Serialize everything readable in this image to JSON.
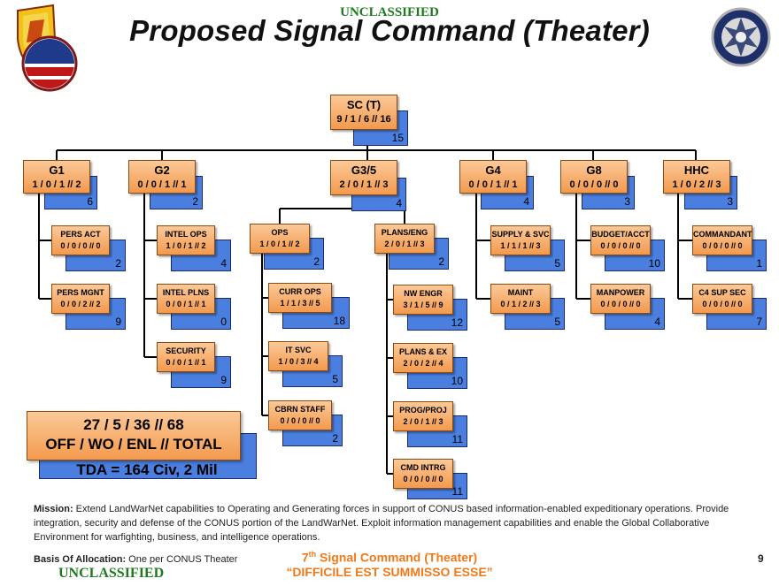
{
  "header": {
    "classification": "UNCLASSIFIED",
    "title": "Proposed Signal Command (Theater)"
  },
  "org_chart": {
    "root": {
      "name": "SC (T)",
      "grades": "9 / 1 / 6 // 16",
      "count": "15"
    },
    "sections": [
      {
        "name": "G1",
        "grades": "1 / 0 / 1 // 2",
        "count": "6",
        "children": [
          {
            "name": "PERS ACT",
            "grades": "0 / 0 / 0 // 0",
            "count": "2"
          },
          {
            "name": "PERS MGNT",
            "grades": "0 / 0 / 2 // 2",
            "count": "9"
          }
        ]
      },
      {
        "name": "G2",
        "grades": "0 / 0 / 1 // 1",
        "count": "2",
        "children": [
          {
            "name": "INTEL OPS",
            "grades": "1 / 0 / 1 // 2",
            "count": "4"
          },
          {
            "name": "INTEL PLNS",
            "grades": "0 / 0 / 1 // 1",
            "count": "0"
          },
          {
            "name": "SECURITY",
            "grades": "0 / 0 / 1 // 1",
            "count": "9"
          }
        ]
      },
      {
        "name": "G3/5",
        "grades": "2 / 0 / 1 // 3",
        "count": "4",
        "groups": [
          {
            "name": "OPS",
            "grades": "1 / 0 / 1 // 2",
            "count": "2",
            "children": [
              {
                "name": "CURR OPS",
                "grades": "1 / 1 / 3 // 5",
                "count": "18"
              },
              {
                "name": "IT SVC",
                "grades": "1 / 0 / 3 // 4",
                "count": "5"
              },
              {
                "name": "CBRN STAFF",
                "grades": "0 / 0 / 0 // 0",
                "count": "2"
              }
            ]
          },
          {
            "name": "PLANS/ENG",
            "grades": "2 / 0 / 1 // 3",
            "count": "2",
            "children": [
              {
                "name": "NW ENGR",
                "grades": "3 / 1 / 5 // 9",
                "count": "12"
              },
              {
                "name": "PLANS & EX",
                "grades": "2 / 0 / 2 // 4",
                "count": "10"
              },
              {
                "name": "PROG/PROJ",
                "grades": "2 / 0 / 1 // 3",
                "count": "11"
              },
              {
                "name": "CMD INTRG",
                "grades": "0 / 0 / 0 // 0",
                "count": "11"
              }
            ]
          }
        ]
      },
      {
        "name": "G4",
        "grades": "0 / 0 / 1 // 1",
        "count": "4",
        "children": [
          {
            "name": "SUPPLY & SVC",
            "grades": "1 / 1 / 1 // 3",
            "count": "5"
          },
          {
            "name": "MAINT",
            "grades": "0 / 1 / 2 // 3",
            "count": "5"
          }
        ]
      },
      {
        "name": "G8",
        "grades": "0 / 0 / 0 // 0",
        "count": "3",
        "children": [
          {
            "name": "BUDGET/ACCT",
            "grades": "0 / 0 / 0 // 0",
            "count": "10"
          },
          {
            "name": "MANPOWER",
            "grades": "0 / 0 / 0 // 0",
            "count": "4"
          }
        ]
      },
      {
        "name": "HHC",
        "grades": "1 / 0 / 2 // 3",
        "count": "3",
        "children": [
          {
            "name": "COMMANDANT",
            "grades": "0 / 0 / 0 // 0",
            "count": "1"
          },
          {
            "name": "C4 SUP SEC",
            "grades": "0 / 0 / 0 // 0",
            "count": "7"
          }
        ]
      }
    ]
  },
  "totals": {
    "line1": "27 /  5 /   36 //  68",
    "line2": "OFF / WO / ENL // TOTAL",
    "tda": "TDA  = 164 Civ, 2 Mil"
  },
  "footer": {
    "mission_label": "Mission:",
    "mission_text": " Extend LandWarNet capabilities to Operating and Generating forces in support of CONUS based information-enabled expeditionary operations.  Provide integration, security and defense of the CONUS portion of the LandWarNet.  Exploit information management capabilities and enable the Global Collaborative Environment for warfighting, business, and intelligence operations.",
    "basis_label": "Basis Of Allocation:",
    "basis_text": "  One per CONUS Theater",
    "unit_name_pre": "7",
    "unit_name_sup": "th",
    "unit_name_post": " Signal Command (Theater)",
    "motto": "“DIFFICILE EST SUMMISSO ESSE”",
    "classification": "UNCLASSIFIED",
    "page_number": "9"
  },
  "logos": {
    "left": "army-shield-patch",
    "right": "signal-command-crest"
  }
}
